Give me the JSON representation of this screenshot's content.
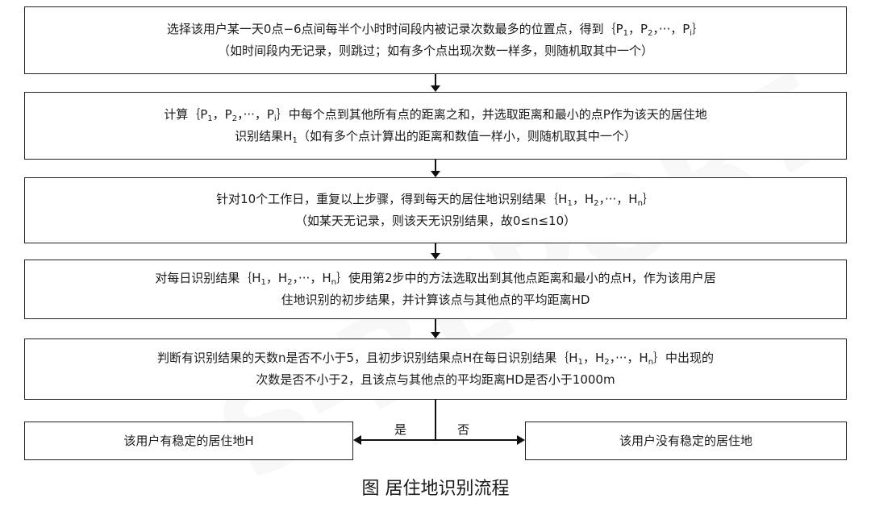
{
  "steps": [
    {
      "line1": {
        "a": "选择该用户某一天0点−6点间每半个小时时间段内被记录次数最多的位置点，得到｛P",
        "s1": "1",
        "b": "，P",
        "s2": "2",
        "c": "，···，P",
        "s3": "i",
        "d": "｝"
      },
      "line2": "（如时间段内无记录，则跳过；如有多个点出现次数一样多，则随机取其中一个）"
    },
    {
      "line1": {
        "a": "计算｛P",
        "s1": "1",
        "b": "，P",
        "s2": "2",
        "c": "，···，P",
        "s3": "i",
        "d": "｝中每个点到其他所有点的距离之和，并选取距离和最小的点P作为该天的居住地"
      },
      "line2": {
        "a": "识别结果H",
        "s1": "1",
        "b": "（如有多个点计算出的距离和数值一样小，则随机取其中一个）"
      }
    },
    {
      "line1": {
        "a": "针对10个工作日，重复以上步骤，得到每天的居住地识别结果｛H",
        "s1": "1",
        "b": "，H",
        "s2": "2",
        "c": "，···，H",
        "s3": "n",
        "d": "｝"
      },
      "line2": "（如某天无记录，则该天无识别结果，故0≤n≤10）"
    },
    {
      "line1": {
        "a": "对每日识别结果｛H",
        "s1": "1",
        "b": "，H",
        "s2": "2",
        "c": "，···，H",
        "s3": "n",
        "d": "｝使用第2步中的方法选取出到其他点距离和最小的点H，作为该用户居"
      },
      "line2": "住地识别的初步结果，并计算该点与其他点的平均距离HD"
    },
    {
      "line1": {
        "a": "判断有识别结果的天数n是否不小于5，且初步识别结果点H在每日识别结果｛H",
        "s1": "1",
        "b": "，H",
        "s2": "2",
        "c": "，···，H",
        "s3": "n",
        "d": "｝中出现的"
      },
      "line2": "次数是否不小于2，且该点与其他点的平均距离HD是否小于1000m"
    }
  ],
  "branches": {
    "yes_label": "是",
    "no_label": "否",
    "yes_result": "该用户有稳定的居住地H",
    "no_result": "该用户没有稳定的居住地"
  },
  "caption": "图  居住地识别流程",
  "watermark": "S-REPORT"
}
